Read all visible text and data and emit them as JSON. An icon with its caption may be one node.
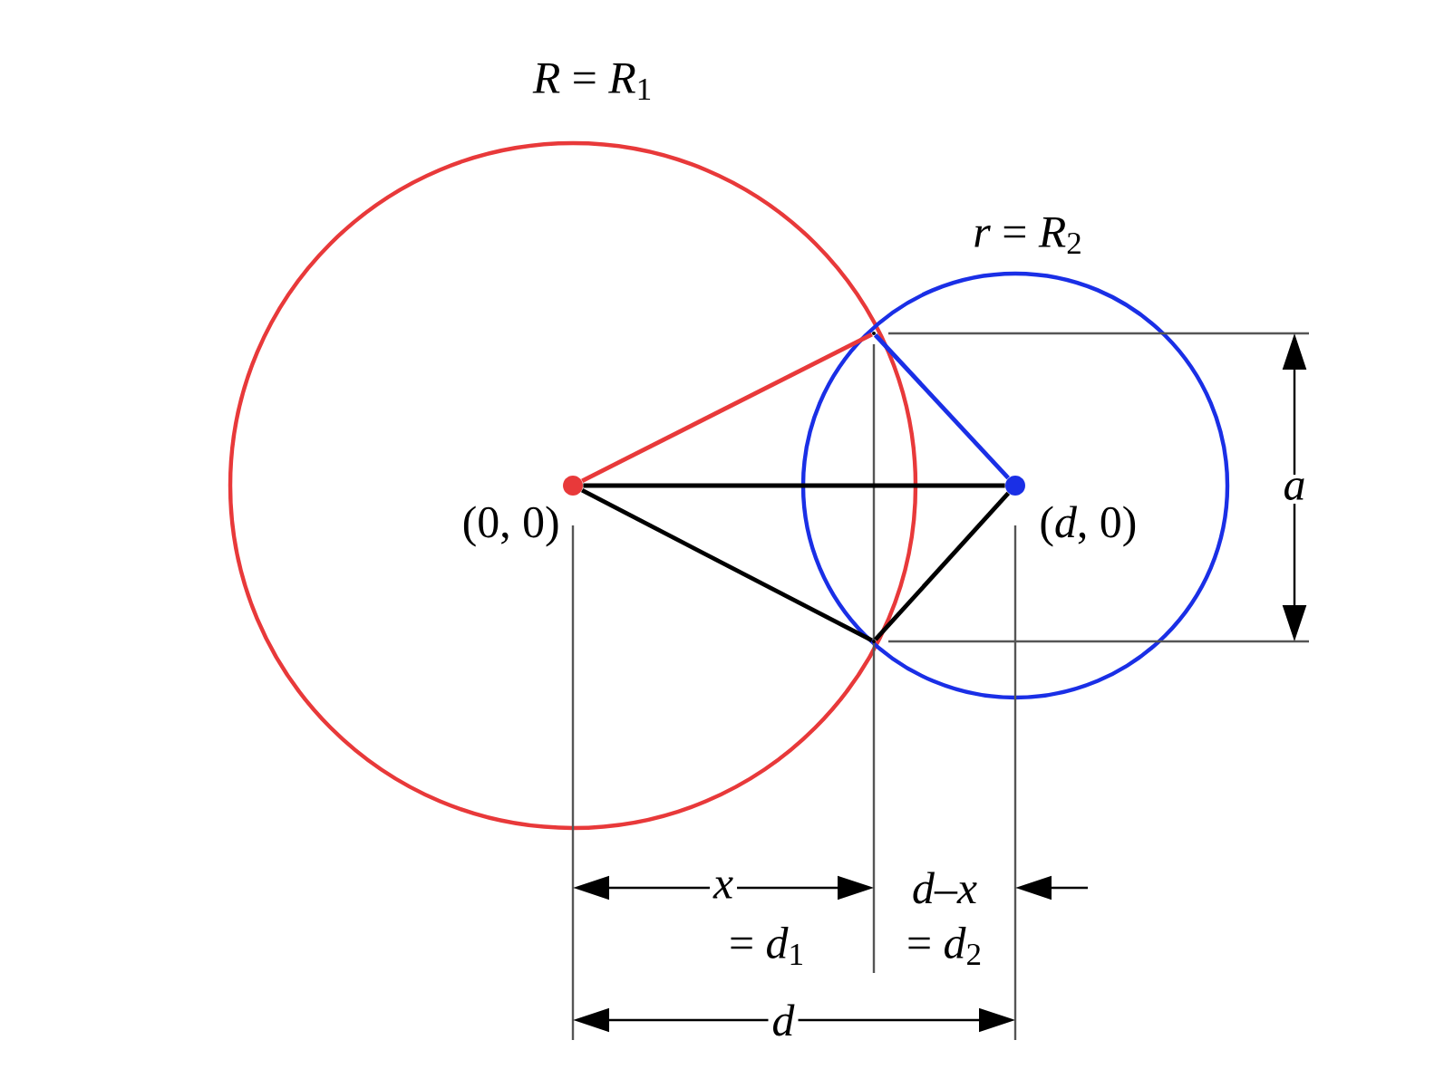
{
  "diagram": {
    "nodes": [
      {
        "text": [],
        "shape": "circle",
        "beside": [
          "(0, 0)"
        ]
      },
      {
        "text": [],
        "shape": "point"
      },
      {
        "text": [],
        "shape": "circle",
        "beside": [
          "(*d*, 0)"
        ]
      },
      {
        "text": [],
        "shape": "point"
      }
    ],
    "edges": [
      {
        "from": 0,
        "to": 1,
        "arrow": "none",
        "color": "#e8393a"
      },
      {
        "from": 0,
        "to": 2,
        "arrow": "none"
      },
      {
        "from": 0,
        "to": 3,
        "arrow": "none"
      },
      {
        "from": 2,
        "to": 1,
        "arrow": "none",
        "color": "#1a2fe6"
      },
      {
        "from": 2,
        "to": 3,
        "arrow": "none"
      }
    ],
    "labels": [
      "*R* = *R*$_{1}$",
      "*r* = *R*$_{2}$",
      "*a*",
      "*x*",
      "*d*–*x*",
      "= *d*$_{1}$",
      "= *d*$_{2}$",
      "*d*"
    ]
  }
}
